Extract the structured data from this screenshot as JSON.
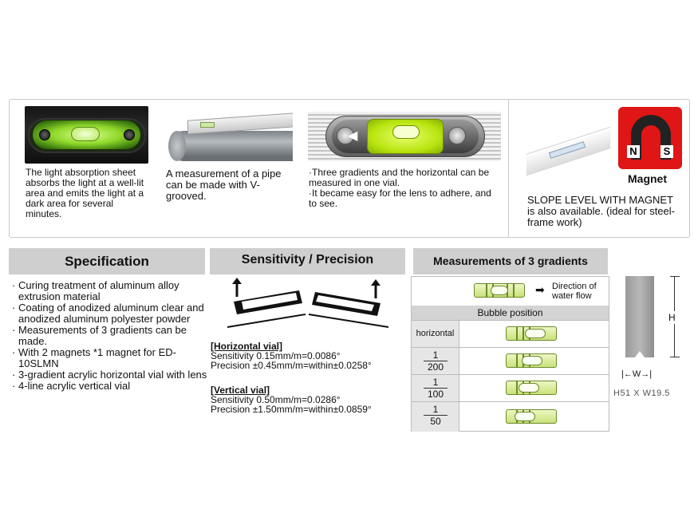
{
  "features": [
    {
      "text": "The light absorption sheet absorbs the light at a well-lit area and emits the light at a dark area for several minutes."
    },
    {
      "text": "A measurement of a pipe can be made with V-grooved."
    },
    {
      "lines": [
        "·Three gradients and the horizontal can be measured in one vial.",
        "·It became easy for the lens to adhere, and to see."
      ]
    },
    {
      "text": "SLOPE LEVEL WITH MAGNET is also available. (ideal for steel-frame work)"
    }
  ],
  "magnet": {
    "label": "Magnet",
    "pole_n": "N",
    "pole_s": "S",
    "color": "#e01515"
  },
  "specification": {
    "title": "Specification",
    "items": [
      "Curing treatment of aluminum alloy extrusion material",
      "Coating of anodized aluminum clear and anodized aluminum polyester powder",
      "Measurements of 3 gradients can be made.",
      "With 2 magnets  *1 magnet for ED-10SLMN",
      "3-gradient acrylic horizontal vial with lens",
      "4-line acrylic vertical vial"
    ]
  },
  "sensitivity": {
    "title": "Sensitivity / Precision",
    "horizontal": {
      "title": "[Horizontal vial]",
      "sensitivity": "Sensitivity   0.15mm/m=0.0086°",
      "precision": "Precision   ±0.45mm/m=within±0.0258°"
    },
    "vertical": {
      "title": "[Vertical vial]",
      "sensitivity": "Sensitivity  0.50mm/m=0.0286°",
      "precision": "Precision   ±1.50mm/m=within±0.0859°"
    }
  },
  "measurements": {
    "title": "Measurements of 3 gradients",
    "flow_label": "Direction of water flow",
    "bubble_position": "Bubble position",
    "rows": [
      {
        "label": "horizontal",
        "num": "",
        "den": "",
        "bubble": 0.55
      },
      {
        "label": "",
        "num": "1",
        "den": "200",
        "bubble": 0.45
      },
      {
        "label": "",
        "num": "1",
        "den": "100",
        "bubble": 0.35
      },
      {
        "label": "",
        "num": "1",
        "den": "50",
        "bubble": 0.2
      }
    ]
  },
  "dimensions": {
    "h": "H",
    "w": "|←W→|",
    "size": "H51 X W19.5"
  }
}
